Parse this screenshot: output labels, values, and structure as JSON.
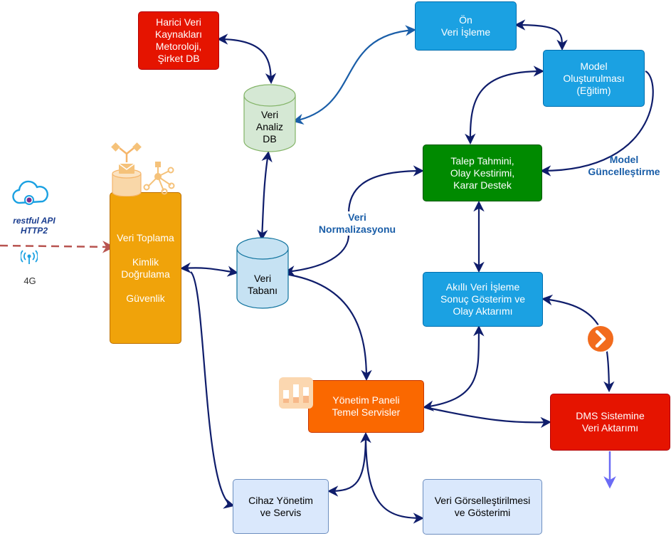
{
  "nodes": {
    "external_sources": "Harici Veri\nKaynakları\nMetoroloji,\nŞirket DB",
    "preprocessing": "Ön\nVeri İşleme",
    "model_training": "Model\nOluşturulması\n(Eğitim)",
    "analysis_db": "Veri\nAnaliz\nDB",
    "forecast": "Talep Tahmini,\nOlay Kestirimi,\nKarar Destek",
    "data_collection": "Veri Toplama\n\nKimlik\nDoğrulama\n\nGüvenlik",
    "database": "Veri\nTabanı",
    "smart_processing": "Akıllı Veri İşleme\nSonuç Gösterim ve\nOlay Aktarımı",
    "admin_panel": "Yönetim Paneli\nTemel Servisler",
    "dms_transfer": "DMS Sistemine\nVeri Aktarımı",
    "device_management": "Cihaz Yönetim\nve Servis",
    "visualization": "Veri Görselleştirilmesi\nve Gösterimi"
  },
  "edge_labels": {
    "model_update": "Model\nGüncelleştirme",
    "normalization": "Veri\nNormalizasyonu"
  },
  "external": {
    "api_label": "restful API\nHTTP2",
    "network_label": "4G"
  },
  "colors": {
    "red": "#e51400",
    "blue": "#1ba1e2",
    "green": "#008a00",
    "orange": "#fa6800",
    "yellow": "#f0a30a",
    "pale_blue": "#dae8fc",
    "edge": "#0f1d6b",
    "edge_blue": "#1a5ea8",
    "dashed_arrow": "#b85450",
    "out_arrow": "#6b6bf5"
  },
  "icons": [
    "cloud-icon",
    "antenna-icon",
    "database-hub-icon",
    "bar-chart-icon",
    "chevron-right-icon"
  ]
}
